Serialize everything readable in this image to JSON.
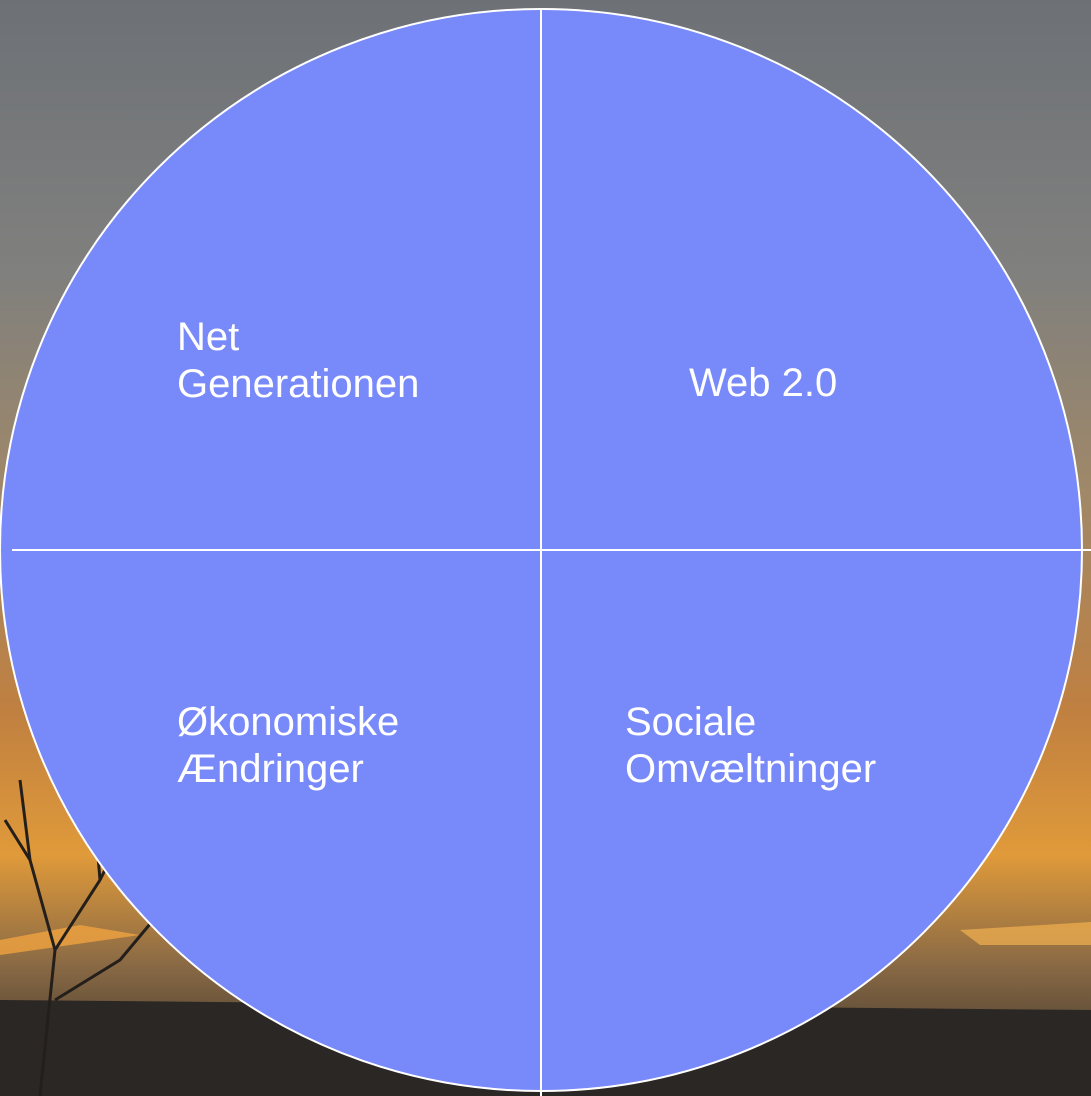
{
  "diagram": {
    "quadrants": [
      {
        "id": "top-left",
        "lines": [
          "Net",
          "Generationen"
        ]
      },
      {
        "id": "top-right",
        "lines": [
          "Web 2.0"
        ]
      },
      {
        "id": "bottom-left",
        "lines": [
          "Økonomiske",
          "Ændringer"
        ]
      },
      {
        "id": "bottom-right",
        "lines": [
          "Sociale",
          "Omvæltninger"
        ]
      }
    ]
  },
  "colors": {
    "circle_fill": "#7889fa",
    "divider": "#ffffff",
    "label_text": "#ffffff"
  }
}
